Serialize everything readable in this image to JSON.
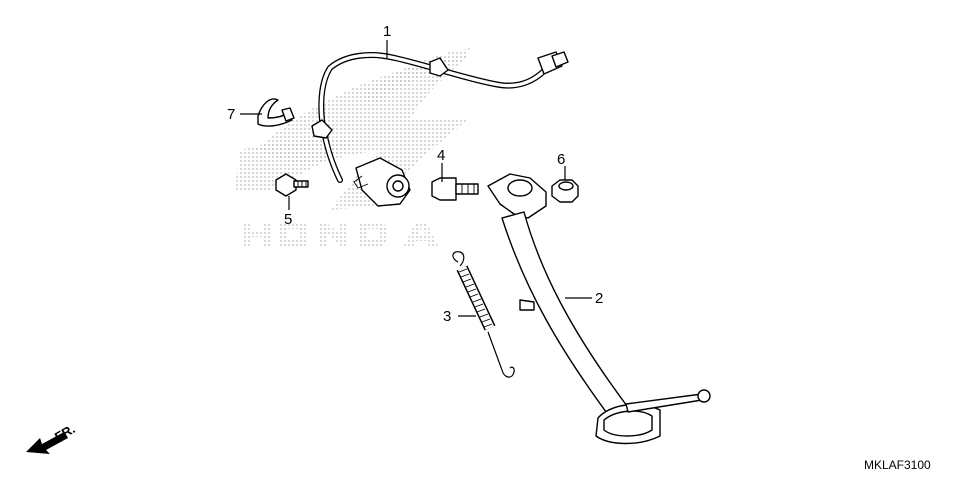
{
  "diagram_code": "MKLAF3100",
  "front_marker": "FR.",
  "watermark_text": "HONDA",
  "callouts": [
    {
      "id": "1"
    },
    {
      "id": "2"
    },
    {
      "id": "3"
    },
    {
      "id": "4"
    },
    {
      "id": "5"
    },
    {
      "id": "6"
    },
    {
      "id": "7"
    }
  ]
}
